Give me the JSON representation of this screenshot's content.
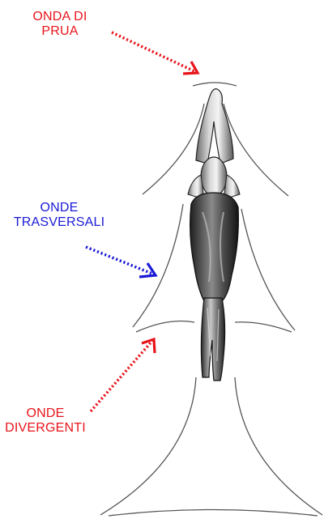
{
  "labels": {
    "bow_wave": {
      "line1": "ONDA DI",
      "line2": "PRUA"
    },
    "transverse_waves": {
      "line1": "ONDE",
      "line2": "TRASVERSALI"
    },
    "divergent_waves": {
      "line1": "ONDE",
      "line2": "DIVERGENTI"
    }
  },
  "colors": {
    "bow_wave": "#e8141b",
    "transverse_waves": "#1a1ad6",
    "divergent_waves": "#e8141b",
    "wave_lines": "#555555",
    "swimmer": "#3a3a3a"
  }
}
